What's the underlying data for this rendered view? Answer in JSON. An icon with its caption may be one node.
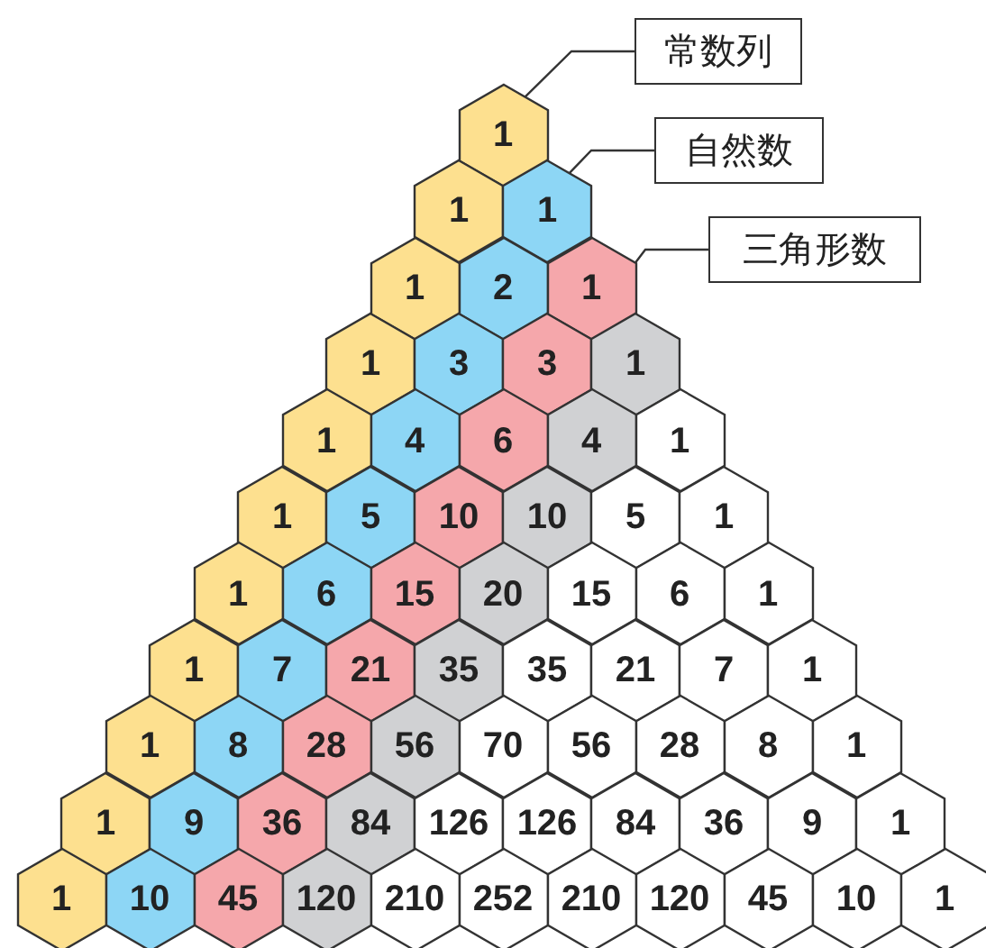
{
  "diagram": {
    "nodes": [
      {
        "text": [
          "1"
        ]
      },
      {
        "text": [
          "1"
        ]
      },
      {
        "text": [
          "1"
        ]
      },
      {
        "text": [
          "1"
        ]
      },
      {
        "text": [
          "2"
        ]
      },
      {
        "text": [
          "1"
        ]
      },
      {
        "text": [
          "1"
        ]
      },
      {
        "text": [
          "3"
        ]
      },
      {
        "text": [
          "3"
        ]
      },
      {
        "text": [
          "1"
        ]
      },
      {
        "text": [
          "1"
        ]
      },
      {
        "text": [
          "4"
        ]
      },
      {
        "text": [
          "6"
        ]
      },
      {
        "text": [
          "4"
        ]
      },
      {
        "text": [
          "1"
        ]
      },
      {
        "text": [
          "1"
        ]
      },
      {
        "text": [
          "5"
        ]
      },
      {
        "text": [
          "10"
        ]
      },
      {
        "text": [
          "10"
        ]
      },
      {
        "text": [
          "5"
        ]
      },
      {
        "text": [
          "1"
        ]
      },
      {
        "text": [
          "1"
        ]
      },
      {
        "text": [
          "6"
        ]
      },
      {
        "text": [
          "15"
        ]
      },
      {
        "text": [
          "20"
        ]
      },
      {
        "text": [
          "15"
        ]
      },
      {
        "text": [
          "6"
        ]
      },
      {
        "text": [
          "1"
        ]
      },
      {
        "text": [
          "1"
        ]
      },
      {
        "text": [
          "7"
        ]
      },
      {
        "text": [
          "21"
        ]
      },
      {
        "text": [
          "35"
        ]
      },
      {
        "text": [
          "35"
        ]
      },
      {
        "text": [
          "21"
        ]
      },
      {
        "text": [
          "7"
        ]
      },
      {
        "text": [
          "1"
        ]
      },
      {
        "text": [
          "1"
        ]
      },
      {
        "text": [
          "8"
        ]
      },
      {
        "text": [
          "28"
        ]
      },
      {
        "text": [
          "56"
        ]
      },
      {
        "text": [
          "70"
        ]
      },
      {
        "text": [
          "56"
        ]
      },
      {
        "text": [
          "28"
        ]
      },
      {
        "text": [
          "8"
        ]
      },
      {
        "text": [
          "1"
        ]
      },
      {
        "text": [
          "1"
        ]
      },
      {
        "text": [
          "9"
        ]
      },
      {
        "text": [
          "36"
        ]
      },
      {
        "text": [
          "84"
        ]
      },
      {
        "text": [
          "126"
        ]
      },
      {
        "text": [
          "126"
        ]
      },
      {
        "text": [
          "84"
        ]
      },
      {
        "text": [
          "36"
        ]
      },
      {
        "text": [
          "9"
        ]
      },
      {
        "text": [
          "1"
        ]
      },
      {
        "text": [
          "1"
        ]
      },
      {
        "text": [
          "10"
        ]
      },
      {
        "text": [
          "45"
        ]
      },
      {
        "text": [
          "120"
        ]
      },
      {
        "text": [
          "210"
        ]
      },
      {
        "text": [
          "252"
        ]
      },
      {
        "text": [
          "210"
        ]
      },
      {
        "text": [
          "120"
        ]
      },
      {
        "text": [
          "45"
        ]
      },
      {
        "text": [
          "10"
        ]
      },
      {
        "text": [
          "1"
        ]
      },
      {
        "text": [
          "常数列"
        ]
      },
      {
        "text": [
          "自然数"
        ]
      },
      {
        "text": [
          "三角形数"
        ]
      }
    ],
    "edges": [
      {
        "from": 66,
        "to": 0,
        "arrow": "none"
      },
      {
        "from": 67,
        "to": 2,
        "arrow": "none"
      },
      {
        "from": 68,
        "to": 5,
        "arrow": "none"
      }
    ]
  }
}
